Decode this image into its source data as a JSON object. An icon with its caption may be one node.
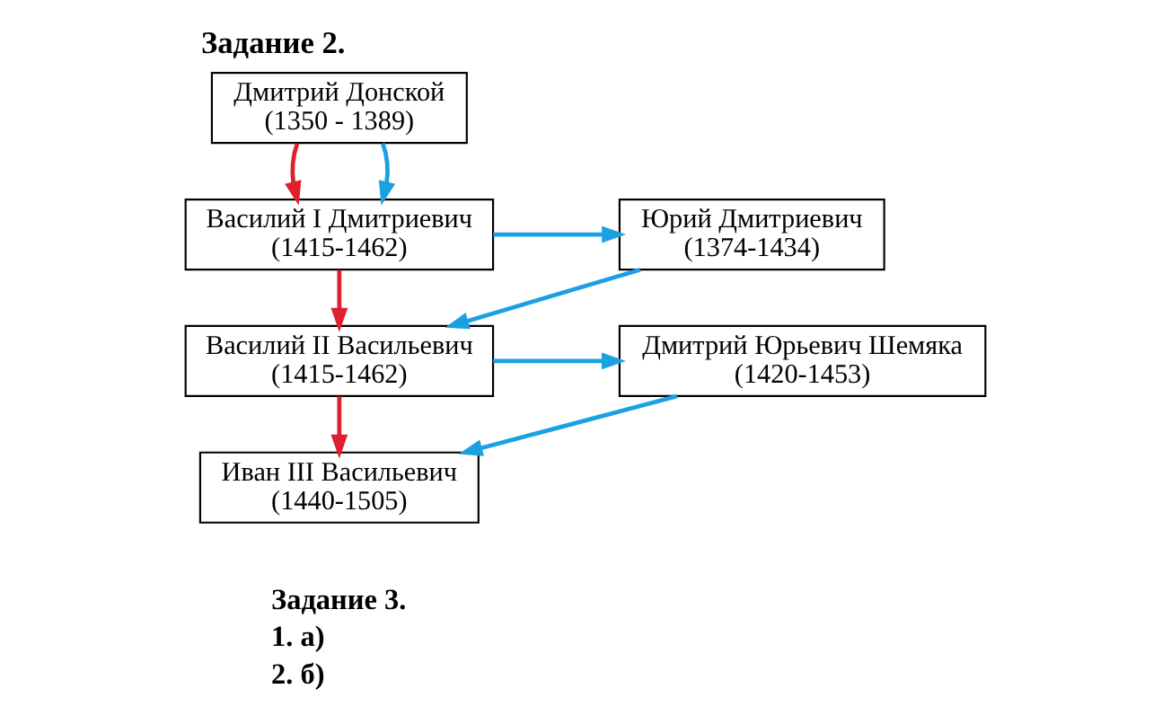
{
  "diagram": {
    "title": "Задание 2.",
    "nodes": [
      {
        "text": [
          "Дмитрий Донской",
          "(1350 - 1389)"
        ]
      },
      {
        "text": [
          "Василий I Дмитриевич",
          "(1415-1462)"
        ]
      },
      {
        "text": [
          "Юрий Дмитриевич",
          "(1374-1434)"
        ]
      },
      {
        "text": [
          "Василий II Васильевич",
          "(1415-1462)"
        ]
      },
      {
        "text": [
          "Дмитрий Юрьевич Шемяка",
          "(1420-1453)"
        ]
      },
      {
        "text": [
          "Иван III Васильевич",
          "(1440-1505)"
        ]
      }
    ],
    "edges": [
      {
        "from": 0,
        "to": 1,
        "arrow": "to",
        "color": "#e0202e"
      },
      {
        "from": 0,
        "to": 1,
        "arrow": "to"
      },
      {
        "from": 1,
        "to": 2,
        "arrow": "to"
      },
      {
        "from": 2,
        "to": 3,
        "arrow": "to"
      },
      {
        "from": 1,
        "to": 3,
        "arrow": "to",
        "color": "#e0202e"
      },
      {
        "from": 3,
        "to": 4,
        "arrow": "to"
      },
      {
        "from": 4,
        "to": 5,
        "arrow": "to"
      },
      {
        "from": 3,
        "to": 5,
        "arrow": "to",
        "color": "#e0202e"
      }
    ],
    "labels": [
      "Задание 3.",
      "1. а)",
      "2. б)"
    ]
  }
}
